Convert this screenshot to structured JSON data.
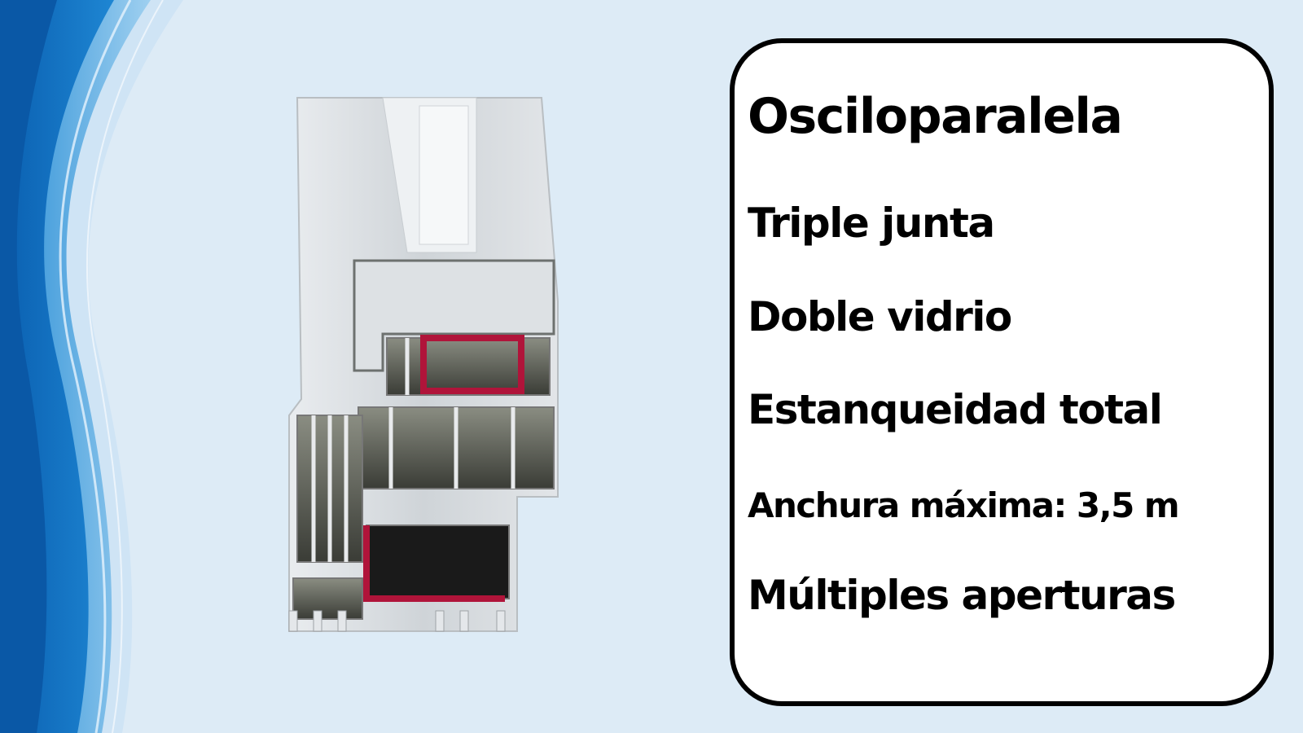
{
  "slide": {
    "title": "Osciloparalela",
    "features": [
      "Triple junta",
      "Doble vidrio",
      "Estanqueidad total",
      "Anchura máxima: 3,5 m",
      "Múltiples aperturas"
    ]
  },
  "colors": {
    "background": "#ddebf6",
    "wave_dark": "#0a63b5",
    "wave_light": "#8fc6ec",
    "card_border": "#000000",
    "card_fill": "#ffffff",
    "profile_reinforcement": "#b0143a"
  },
  "icons": {
    "image": "pvc-window-profile-cross-section"
  }
}
